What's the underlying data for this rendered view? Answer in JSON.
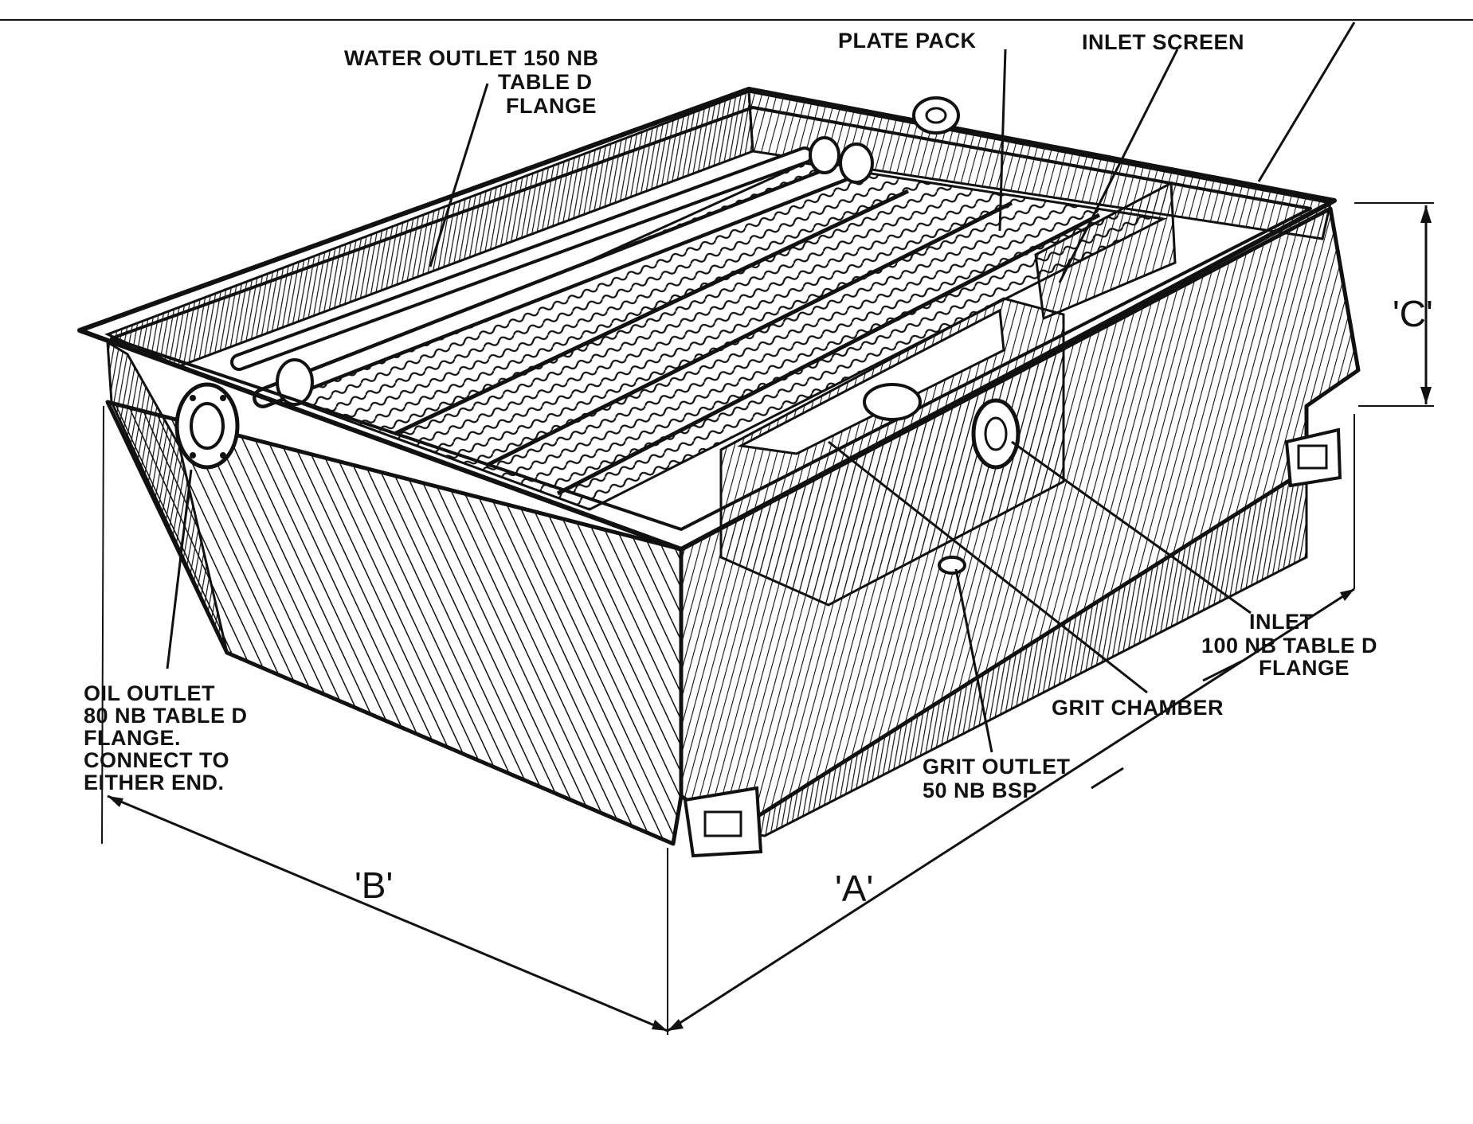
{
  "labels": {
    "water_outlet": [
      "WATER OUTLET 150 NB",
      "TABLE D",
      "FLANGE"
    ],
    "plate_pack": "PLATE PACK",
    "inlet_screen": "INLET SCREEN",
    "oil_outlet": [
      "OIL OUTLET",
      "80 NB TABLE D",
      "FLANGE.",
      "CONNECT TO",
      "EITHER END."
    ],
    "inlet": [
      "INLET",
      "100 NB TABLE D",
      "FLANGE"
    ],
    "grit_chamber": "GRIT CHAMBER",
    "grit_outlet": [
      "GRIT OUTLET",
      "50 NB BSP"
    ]
  },
  "dimensions": {
    "a": "'A'",
    "b": "'B'",
    "c": "'C'"
  },
  "colors": {
    "ink": "#111111",
    "paper": "#ffffff"
  }
}
